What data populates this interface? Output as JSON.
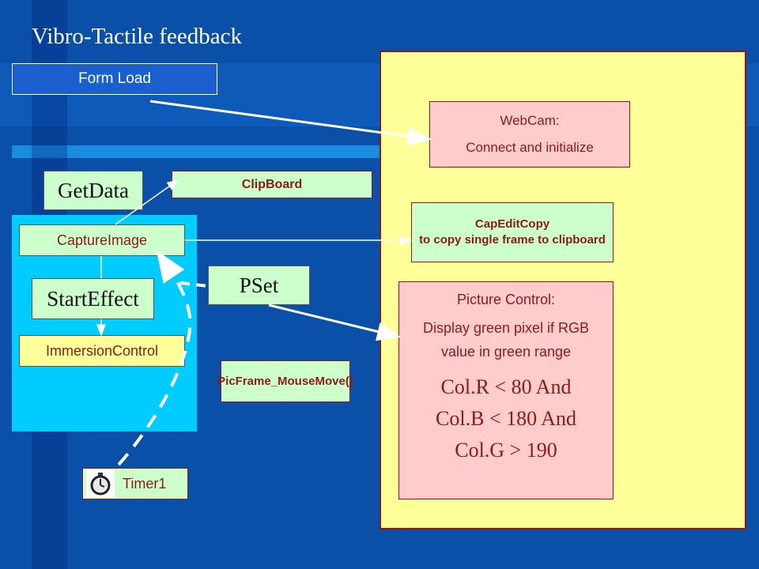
{
  "title": "Vibro-Tactile feedback",
  "nodes": {
    "form_load": "Form Load",
    "webcam": {
      "line1": "WebCam:",
      "line2": "Connect and initialize"
    },
    "clipboard": "ClipBoard",
    "getdata": "GetData",
    "capedit": {
      "line1": "CapEditCopy",
      "line2": "to copy single frame to clipboard"
    },
    "capture_image": "CaptureImage",
    "start_effect": "StartEffect",
    "pset": "PSet",
    "immersion_control": "ImmersionControl",
    "picframe": "PicFrame_MouseMove()",
    "picture_control": {
      "line1": "Picture Control:",
      "line2": "Display green pixel if RGB value in green range",
      "condition": [
        "Col.R < 80 And",
        "Col.B < 180 And",
        "Col.G > 190"
      ]
    },
    "timer": {
      "label": "Timer1",
      "icon": "stopwatch-icon"
    }
  },
  "colors": {
    "background": "#0a4fa8",
    "panel_yellow": "#ffff99",
    "panel_cyan": "#00ccff",
    "box_green": "#ccffcc",
    "box_pink": "#ffcccc",
    "text_dark_red": "#8b1a1a"
  }
}
